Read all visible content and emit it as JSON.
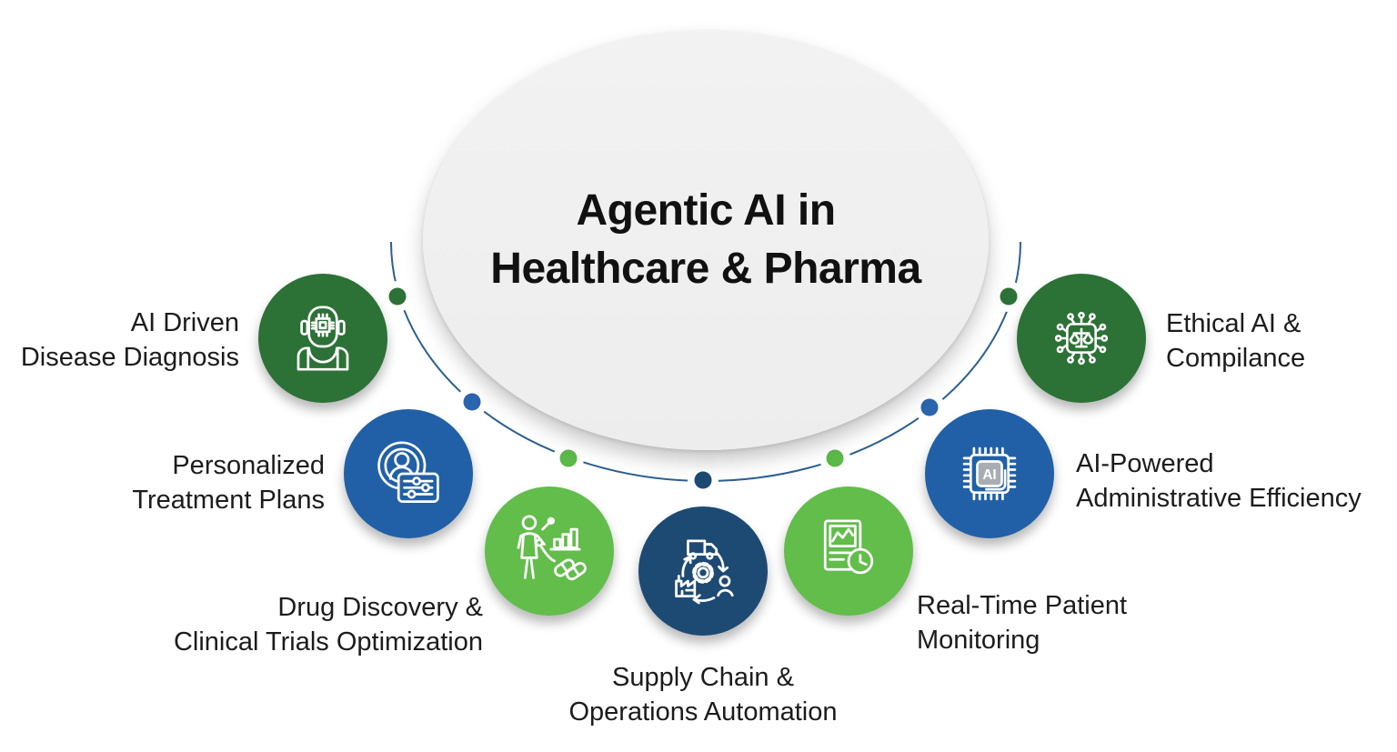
{
  "title": "Agentic AI in\nHealthcare & Pharma",
  "colors": {
    "dark_green": "#2c7136",
    "blue": "#2160a6",
    "light_green": "#62bd4b",
    "navy": "#1d4a73",
    "arc_line": "#2c5f91",
    "ellipse_fill": "#efefef",
    "text": "#1a1a1a",
    "icon_stroke": "#ffffff",
    "chip_inner_gray": "#a7adb3"
  },
  "nodes": [
    {
      "id": "ai-driven-disease-diagnosis",
      "label": "AI Driven\nDisease Diagnosis",
      "color": "#2c7136",
      "icon": "robot-icon"
    },
    {
      "id": "personalized-treatment-plans",
      "label": "Personalized\nTreatment Plans",
      "color": "#2160a6",
      "icon": "patient-profile-sliders-icon"
    },
    {
      "id": "drug-discovery-clinical-trials",
      "label": "Drug Discovery &\nClinical Trials Optimization",
      "color": "#62bd4b",
      "icon": "person-chart-pills-icon"
    },
    {
      "id": "supply-chain-operations",
      "label": "Supply Chain &\nOperations Automation",
      "color": "#1d4a73",
      "icon": "supply-chain-cycle-icon"
    },
    {
      "id": "real-time-patient-monitoring",
      "label": "Real-Time Patient\nMonitoring",
      "color": "#62bd4b",
      "icon": "report-clock-icon"
    },
    {
      "id": "ai-powered-admin-efficiency",
      "label": "AI-Powered\nAdministrative Efficiency",
      "color": "#2160a6",
      "icon": "ai-chip-icon"
    },
    {
      "id": "ethical-ai-compilance",
      "label": "Ethical AI &\nCompilance",
      "color": "#2c7136",
      "icon": "ethics-scales-chip-icon"
    }
  ],
  "dots": [
    {
      "color": "#2c7136"
    },
    {
      "color": "#2a65ad"
    },
    {
      "color": "#5cb848"
    },
    {
      "color": "#1d4a73"
    },
    {
      "color": "#5cb848"
    },
    {
      "color": "#2a65ad"
    },
    {
      "color": "#2c7136"
    }
  ],
  "chip_text": "AI"
}
